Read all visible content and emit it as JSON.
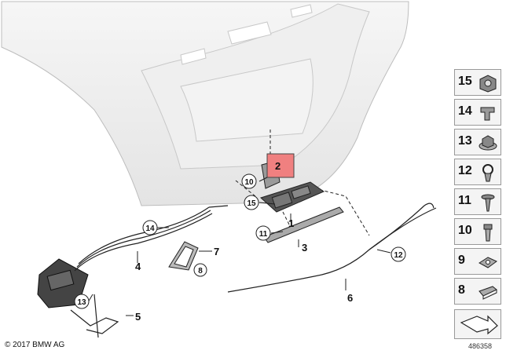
{
  "callouts": {
    "c1": "1",
    "c2": "2",
    "c3": "3",
    "c4": "4",
    "c5": "5",
    "c6": "6",
    "c7": "7",
    "c8": "8",
    "c10": "10",
    "c11": "11",
    "c12": "12",
    "c13": "13",
    "c14": "14",
    "c15": "15"
  },
  "side_panel": [
    "15",
    "14",
    "13",
    "12",
    "11",
    "10",
    "9",
    "8"
  ],
  "copyright": "© 2017 BMW AG",
  "ref_number": "486358",
  "colors": {
    "highlight": "#f08080",
    "panel": "#f4f4f4",
    "line": "#222222"
  }
}
